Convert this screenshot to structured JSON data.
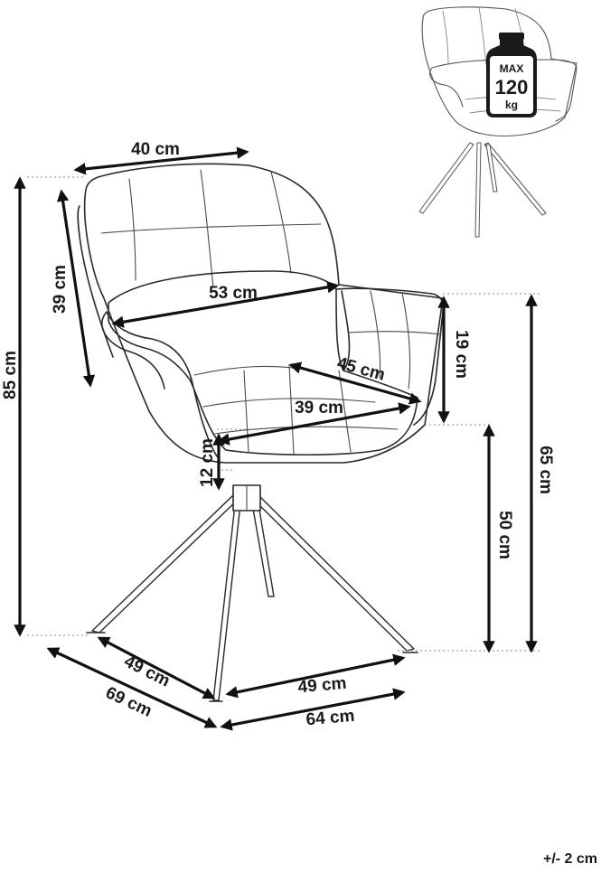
{
  "dimensions": {
    "backrest_width": "40 cm",
    "backrest_height": "39 cm",
    "total_height": "85 cm",
    "inner_width": "53 cm",
    "armrest_height": "19 cm",
    "seat_depth": "45 cm",
    "seat_width": "39 cm",
    "seat_thickness": "12 cm",
    "arm_height_total": "65 cm",
    "seat_height": "50 cm",
    "base_depth": "49 cm",
    "total_depth": "69 cm",
    "base_width": "49 cm",
    "total_width": "64 cm"
  },
  "badge": {
    "line1": "MAX",
    "line2": "120",
    "line3": "kg"
  },
  "tolerance": "+/- 2 cm"
}
